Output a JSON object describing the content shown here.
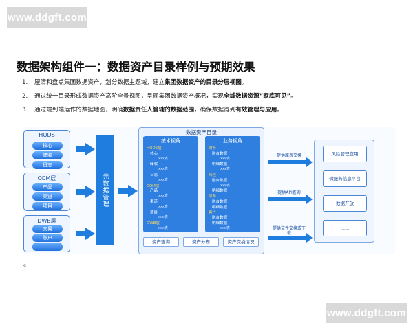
{
  "watermark": {
    "text": "www.ddgft.com"
  },
  "title": "数据架构组件一：数据资产目录样例与预期效果",
  "points": [
    {
      "num": "1.",
      "pre": "厘清和盘点集团数据资产，划分数据主题域，建立",
      "bold": "集团数据资产的目录分层视图",
      "post": "。"
    },
    {
      "num": "2.",
      "pre": "通过统一目录形成数据资产高阶全景视图，呈现集团数据资产概况，实现",
      "bold": "全域数据资源“家底可见”",
      "post": "。"
    },
    {
      "num": "3.",
      "pre": "通过端到端运作的数据地图，明确",
      "bold": "数据责任人管辖的数据范围",
      "post": "，确保数据得到",
      "bold2": "有效管理与应用",
      "post2": "。"
    }
  ],
  "sources": [
    {
      "label": "HODS",
      "items": [
        "核心",
        "储收",
        "日志"
      ]
    },
    {
      "label": "COM层",
      "items": [
        "产品",
        "渠道",
        "项目"
      ]
    },
    {
      "label": "DWB层",
      "items": [
        "交易",
        "账户",
        "..."
      ]
    }
  ],
  "metadata_bar": "元数据管理",
  "catalog": {
    "title": "数据资产目录",
    "tech_view": {
      "title": "技术视角",
      "items": [
        {
          "text": "HODS层",
          "kind": "hd"
        },
        {
          "text": "核心",
          "kind": ""
        },
        {
          "text": "xxx表",
          "kind": "sm"
        },
        {
          "text": "储收",
          "kind": ""
        },
        {
          "text": "xxx表",
          "kind": "sm"
        },
        {
          "text": "日志",
          "kind": ""
        },
        {
          "text": "xxx表",
          "kind": "sm"
        },
        {
          "text": "COM层",
          "kind": "hd"
        },
        {
          "text": "产品",
          "kind": ""
        },
        {
          "text": "xxx表",
          "kind": "sm"
        },
        {
          "text": "渠道",
          "kind": ""
        },
        {
          "text": "xxx表",
          "kind": "sm"
        },
        {
          "text": "项目",
          "kind": ""
        },
        {
          "text": "xxx表",
          "kind": "sm"
        },
        {
          "text": "DWB层",
          "kind": "hd"
        },
        {
          "text": "xxx表",
          "kind": "sm"
        }
      ]
    },
    "biz_view": {
      "title": "业务视角",
      "items": [
        {
          "text": "财务",
          "kind": "hd"
        },
        {
          "text": "融合数据",
          "kind": ""
        },
        {
          "text": "xxx表",
          "kind": "sm"
        },
        {
          "text": "明细数据",
          "kind": ""
        },
        {
          "text": "xxx表",
          "kind": "sm"
        },
        {
          "text": "风险",
          "kind": "hd"
        },
        {
          "text": "融合数据",
          "kind": ""
        },
        {
          "text": "xxx表",
          "kind": "sm"
        },
        {
          "text": "明细数据",
          "kind": ""
        },
        {
          "text": "财务",
          "kind": "hd"
        },
        {
          "text": "融合数据",
          "kind": ""
        },
        {
          "text": "明细数据",
          "kind": ""
        },
        {
          "text": "客户",
          "kind": "hd"
        },
        {
          "text": "融合数据",
          "kind": ""
        },
        {
          "text": "明细数据",
          "kind": ""
        },
        {
          "text": "xxx表",
          "kind": "sm"
        }
      ]
    },
    "buttons": [
      "资产查询",
      "资产分布",
      "资产交换情况"
    ]
  },
  "services": [
    "提供库表交换",
    "提供API查询",
    "提供文件交换或下载"
  ],
  "outputs": [
    "风险管理应用",
    "微服务信息平台",
    "数据开放",
    "......"
  ],
  "page_number": "9"
}
